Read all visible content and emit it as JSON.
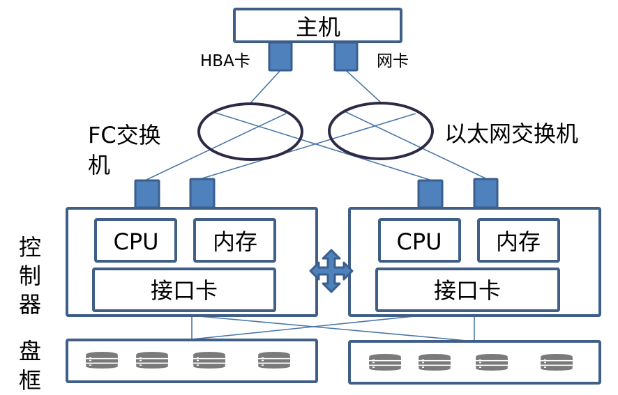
{
  "host": {
    "label": "主机",
    "hba_label": "HBA卡",
    "nic_label": "网卡"
  },
  "switches": {
    "fc_label_line1": "FC交换",
    "fc_label_line2": "机",
    "ethernet_label": "以太网交换机"
  },
  "controllers": {
    "side_label": [
      "控",
      "制",
      "器"
    ],
    "left": {
      "cpu": "CPU",
      "memory": "内存",
      "interface_card": "接口卡"
    },
    "right": {
      "cpu": "CPU",
      "memory": "内存",
      "interface_card": "接口卡"
    },
    "interconnect_icon": "four-way-arrow-icon"
  },
  "disk_enclosures": {
    "side_label": [
      "盘",
      "框"
    ],
    "left": {
      "disk_count": 4,
      "disk_icon": "disk-stack-icon"
    },
    "right": {
      "disk_count": 4,
      "disk_icon": "disk-stack-icon"
    }
  },
  "colors": {
    "box_border": "#3f5f87",
    "port_fill": "#4f81bd",
    "link": "#4a76a8",
    "switch_ring": "#2e2a45",
    "disk": "#7a7a7a"
  }
}
